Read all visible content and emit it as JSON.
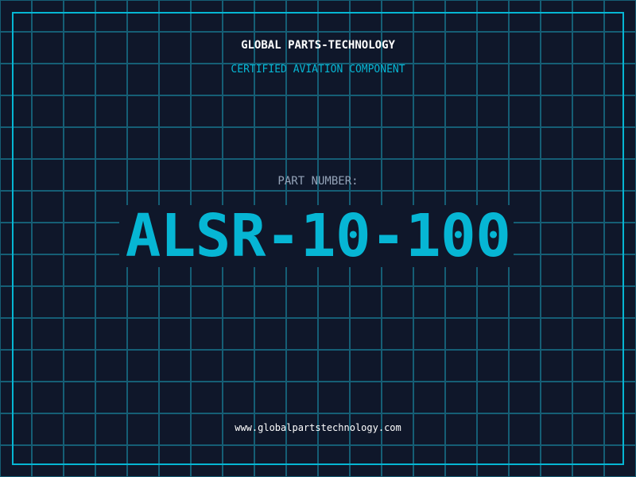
{
  "header": {
    "brand": "GLOBAL PARTS-TECHNOLOGY",
    "subtitle": "CERTIFIED AVIATION COMPONENT"
  },
  "part": {
    "label": "PART NUMBER:",
    "number": "ALSR-10-100"
  },
  "footer": {
    "url": "www.globalpartstechnology.com"
  },
  "colors": {
    "background": "#0f172a",
    "grid": "#155e75",
    "accent": "#06b6d4",
    "label": "#94a3b8"
  }
}
